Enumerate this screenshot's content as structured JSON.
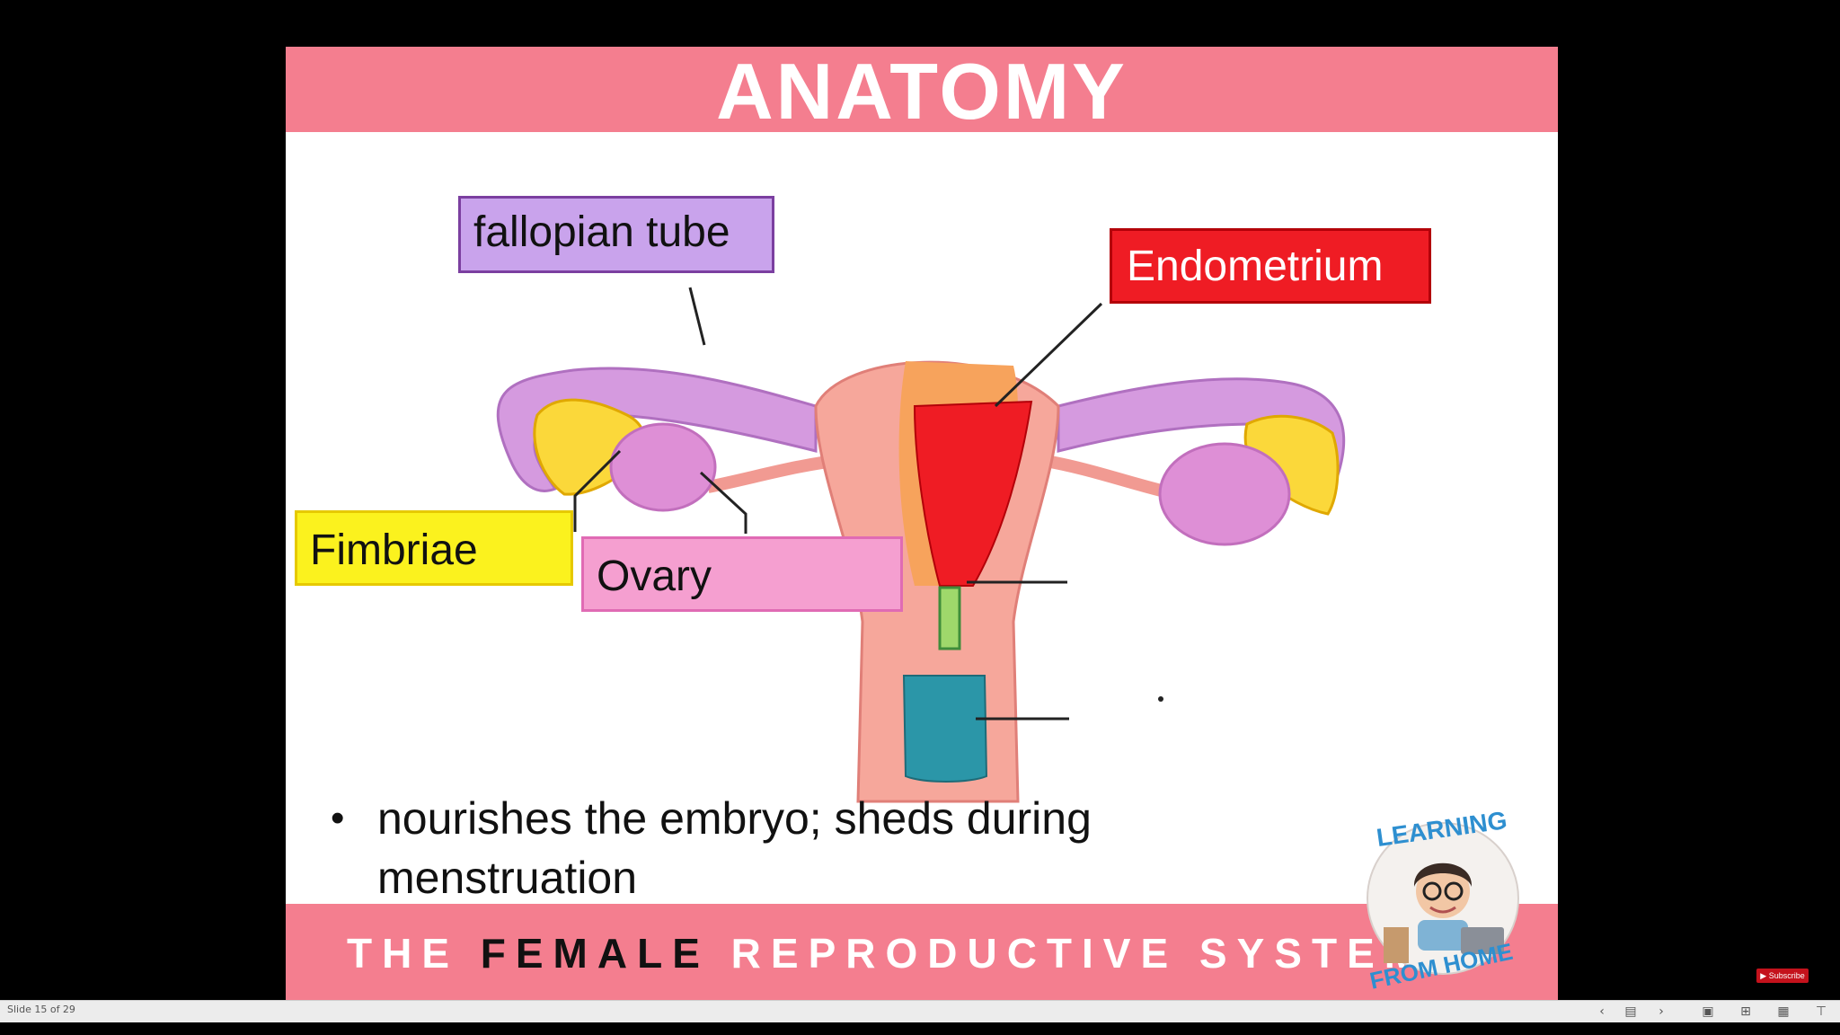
{
  "slide": {
    "title": "ANATOMY",
    "labels": {
      "fallopian_tube": "fallopian tube",
      "endometrium": "Endometrium",
      "fimbriae": "Fimbriae",
      "ovary": "Ovary"
    },
    "bullet": "nourishes the embryo; sheds during menstruation",
    "footer": {
      "part1": "THE ",
      "part2": "FEMALE",
      "part3": " REPRODUCTIVE SYSTEM"
    },
    "logo": {
      "top_text": "LEARNING",
      "bottom_text": "FROM HOME"
    }
  },
  "status_bar": {
    "slide_counter": "Slide 15 of 29",
    "icons": [
      "chevron-left-icon",
      "slide-menu-icon",
      "chevron-right-icon",
      "normal-view-icon",
      "slide-sorter-icon",
      "reading-view-icon",
      "slideshow-icon"
    ]
  },
  "colors": {
    "accent_pink": "#f47e8f",
    "fallopian": "#c9a3ec",
    "endometrium": "#ef1c24",
    "fimbriae": "#fbf21e",
    "ovary": "#f59fd0"
  }
}
